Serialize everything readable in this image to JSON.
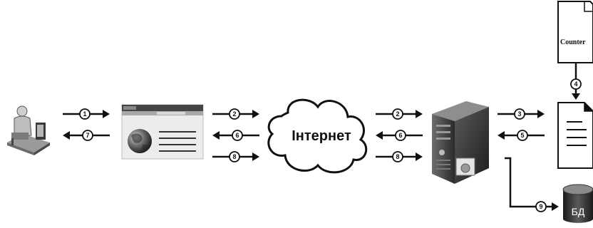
{
  "nodes": {
    "internet": "Інтернет",
    "database": "БД",
    "template_doc": "Counter"
  },
  "arrows": [
    {
      "id": "a1",
      "label": "1",
      "direction": "right"
    },
    {
      "id": "a7",
      "label": "7",
      "direction": "left"
    },
    {
      "id": "a2l",
      "label": "2",
      "direction": "right"
    },
    {
      "id": "a6l",
      "label": "6",
      "direction": "left"
    },
    {
      "id": "a8l",
      "label": "8",
      "direction": "right"
    },
    {
      "id": "a2r",
      "label": "2",
      "direction": "right"
    },
    {
      "id": "a6r",
      "label": "6",
      "direction": "left"
    },
    {
      "id": "a8r",
      "label": "8",
      "direction": "right"
    },
    {
      "id": "a3",
      "label": "3",
      "direction": "right"
    },
    {
      "id": "a5",
      "label": "5",
      "direction": "left"
    },
    {
      "id": "a4",
      "label": "4",
      "direction": "down"
    },
    {
      "id": "a9",
      "label": "9",
      "direction": "right"
    }
  ],
  "colors": {
    "ink": "#111111",
    "panel": "#e9e9e9",
    "dark": "#3a3a3a"
  }
}
